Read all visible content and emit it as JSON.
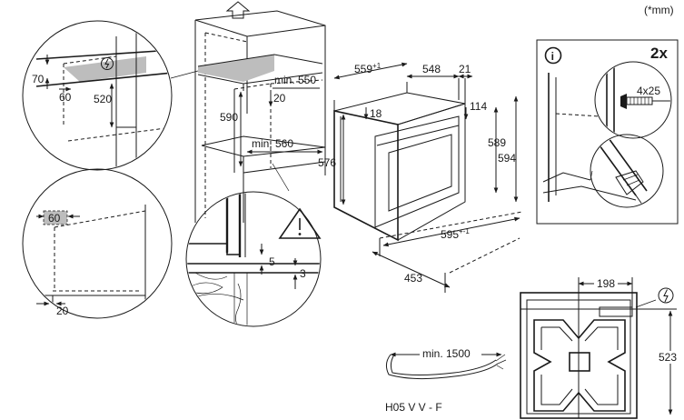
{
  "unit_note": "(*mm)",
  "colors": {
    "line": "#1a1a1a",
    "zone_fill": "#bdbdbd",
    "background": "#ffffff"
  },
  "icons": {
    "electric": "power-plug-icon",
    "warning": "warning-triangle-icon",
    "info": "info-icon",
    "up": "up-arrow-icon"
  },
  "detail_top_circle": {
    "d70": "70",
    "d60": "60",
    "d520": "520"
  },
  "detail_bottom_circle": {
    "d60": "60",
    "d20": "20"
  },
  "cabinet": {
    "min550": "min. 550",
    "d20": "20",
    "d590": "590",
    "min560": "min. 560"
  },
  "oven": {
    "d559": "559",
    "d559_tol": "+1",
    "d548": "548",
    "d21": "21",
    "d18": "18",
    "d114": "114",
    "d576": "576",
    "d589": "589",
    "d594": "594",
    "d595": "595",
    "d595_tol": "+-1",
    "d453": "453"
  },
  "detail_gap_circle": {
    "d5": "5",
    "d3": "3"
  },
  "screw_box": {
    "count": "2x",
    "screw": "4x25"
  },
  "cable": {
    "min1500": "min. 1500",
    "type": "H05 V V - F"
  },
  "rear_view": {
    "d198": "198",
    "d523": "523"
  }
}
